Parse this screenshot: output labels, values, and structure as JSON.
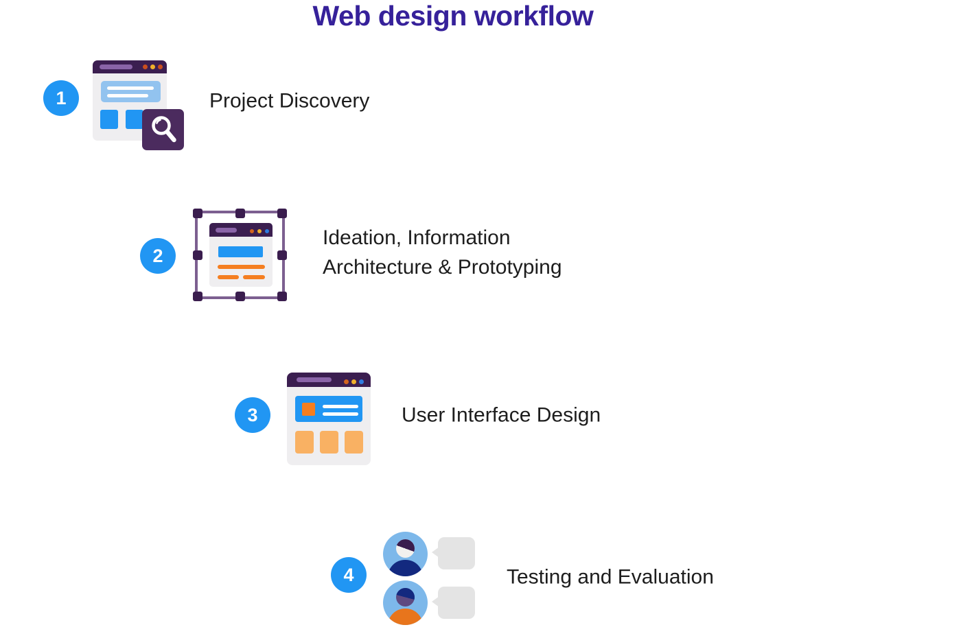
{
  "title": "Web design workflow",
  "steps": [
    {
      "number": "1",
      "lines": [
        "Project Discovery"
      ],
      "icon": "browser-search-icon"
    },
    {
      "number": "2",
      "lines": [
        "Ideation, Information",
        "Architecture &amp; Prototyping"
      ],
      "icon": "wireframe-selection-icon"
    },
    {
      "number": "3",
      "lines": [
        "User Interface Design"
      ],
      "icon": "browser-ui-icon"
    },
    {
      "number": "4",
      "lines": [
        "Testing and Evaluation"
      ],
      "icon": "users-feedback-icon"
    }
  ],
  "colors": {
    "title": "#36219A",
    "text": "#1D1D1D",
    "badge": "#2196F3",
    "browser_header": "#3B1E50",
    "header_pill": "#8A64A8",
    "dot_orange": "#D2641E",
    "dot_yellow": "#EFB02B",
    "dot_blue": "#2E7CDF",
    "dot_red_orange": "#C94E1E",
    "window_body": "#EFEEF0",
    "light_blue_panel": "#92C3EF",
    "bright_blue": "#2196F3",
    "orange": "#F57E20",
    "light_orange": "#F9B163",
    "magnifier_tile": "#4B2B5E",
    "frame_line": "#7C5F90",
    "frame_handle": "#3A1D4E",
    "avatar_bg": "#7DB8EA",
    "avatar_navy": "#13297F",
    "avatar_orange": "#E8751C",
    "avatar_face_light": "#F3F1EE",
    "avatar_face_purple": "#5E4A81",
    "hair_dark": "#3A1D4E",
    "bubble_gray": "#E4E4E4"
  }
}
